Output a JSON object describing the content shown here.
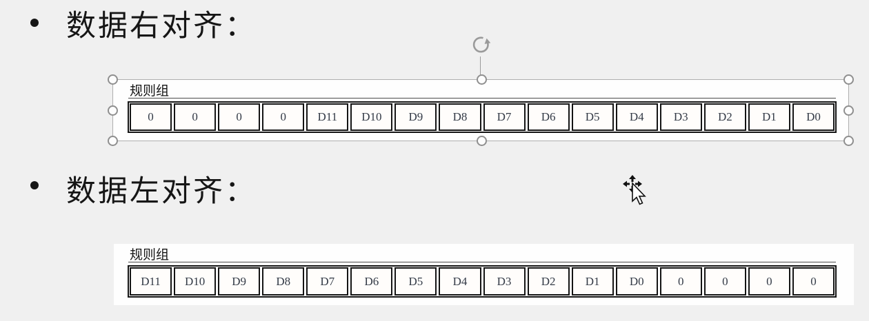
{
  "slide": {
    "bullet_items": [
      {
        "text": "数据右对齐："
      },
      {
        "text": "数据左对齐："
      }
    ]
  },
  "diagram_right_aligned": {
    "group_label": "规则组",
    "cells": [
      "0",
      "0",
      "0",
      "0",
      "D11",
      "D10",
      "D9",
      "D8",
      "D7",
      "D6",
      "D5",
      "D4",
      "D3",
      "D2",
      "D1",
      "D0"
    ],
    "selected": true
  },
  "diagram_left_aligned": {
    "group_label": "规则组",
    "cells": [
      "D11",
      "D10",
      "D9",
      "D8",
      "D7",
      "D6",
      "D5",
      "D4",
      "D3",
      "D2",
      "D1",
      "D0",
      "0",
      "0",
      "0",
      "0"
    ],
    "selected": false
  },
  "selection": {
    "handle_positions": [
      "top-left",
      "top-center",
      "top-right",
      "middle-left",
      "middle-right",
      "bottom-left",
      "bottom-center",
      "bottom-right"
    ],
    "rotate_icon": "rotate-arrow-icon",
    "cursor": "move-cursor-icon"
  },
  "colors": {
    "background": "#f0f0f0",
    "panel": "#fefefe",
    "table_border": "#141414",
    "cell_text": "#333a46",
    "heading_text": "#161616",
    "selection_outline": "#aeaeae",
    "handle_stroke": "#8f8f8f"
  }
}
